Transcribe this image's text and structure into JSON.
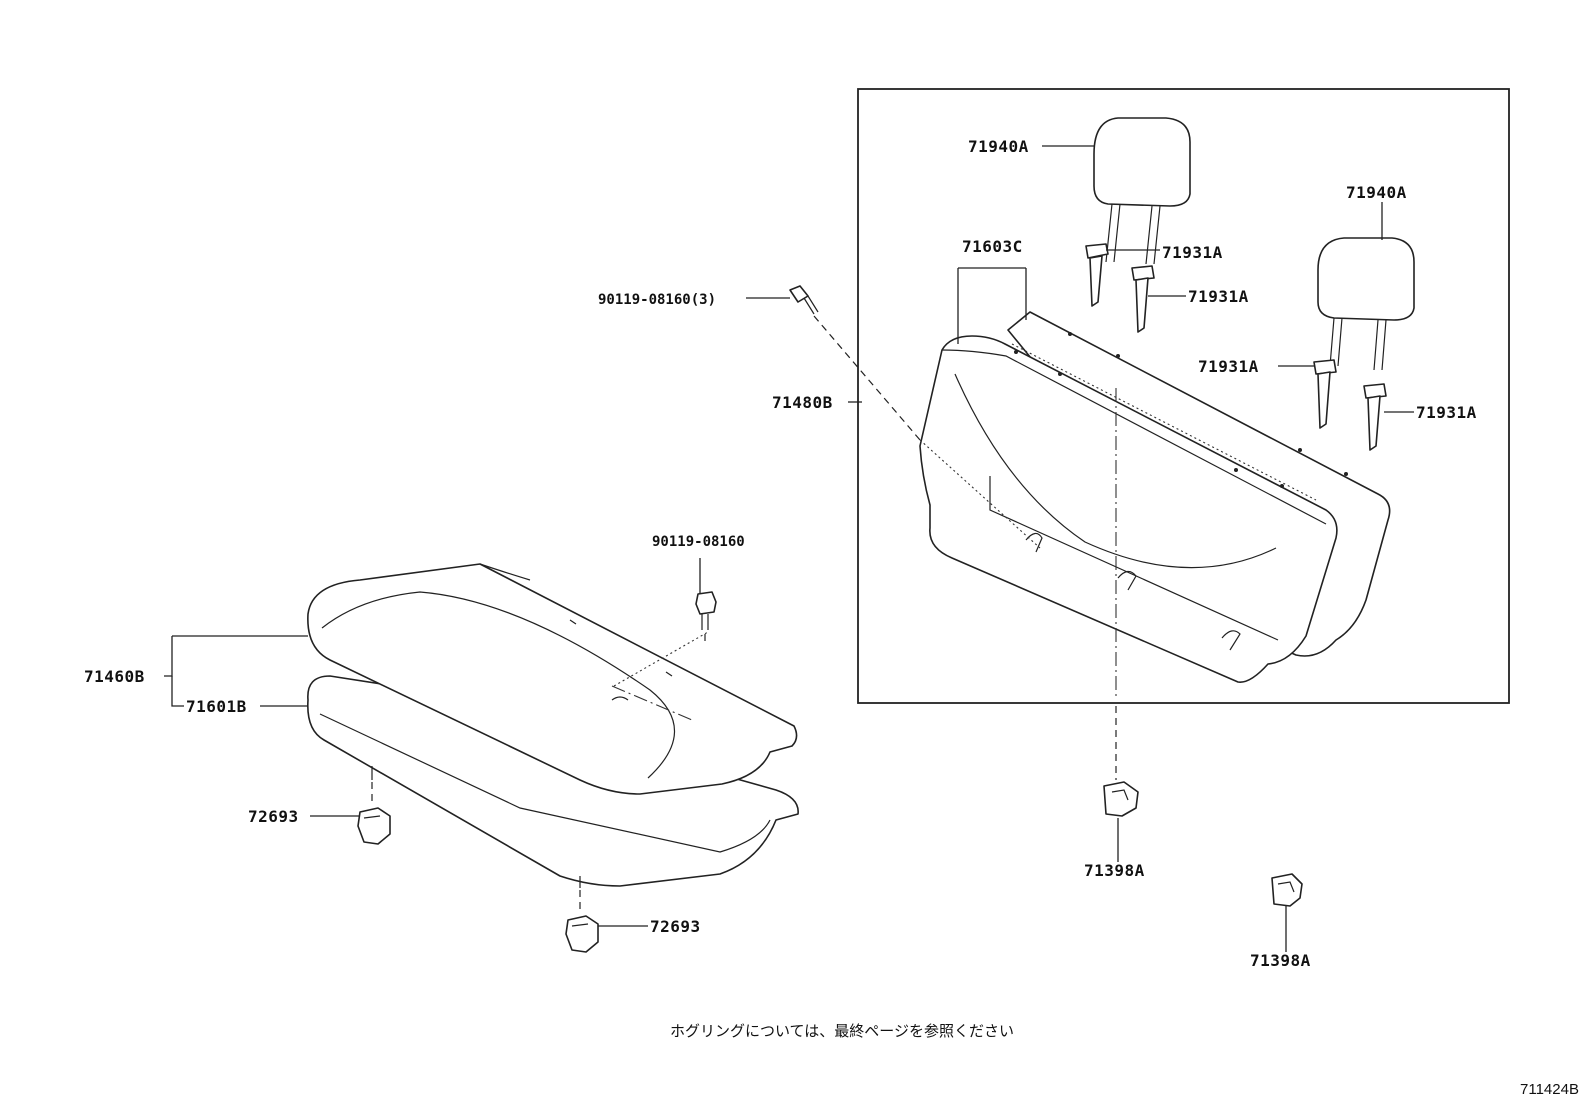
{
  "callouts": {
    "headrest_left": "71940A",
    "headrest_right": "71940A",
    "seatback_cover": "71603C",
    "support_1": "71931A",
    "support_2": "71931A",
    "support_3": "71931A",
    "support_4": "71931A",
    "bolt_seatback": "90119-08160(3)",
    "seatback_assy": "71480B",
    "bolt_cushion": "90119-08160",
    "cushion_assy": "71460B",
    "cushion_cover": "71601B",
    "hook_left_1": "72693",
    "hook_left_2": "72693",
    "hook_right_1": "71398A",
    "hook_right_2": "71398A"
  },
  "footer": {
    "note": "ホグリングについては、最終ページを参照ください",
    "figure_ref": "711424B"
  }
}
